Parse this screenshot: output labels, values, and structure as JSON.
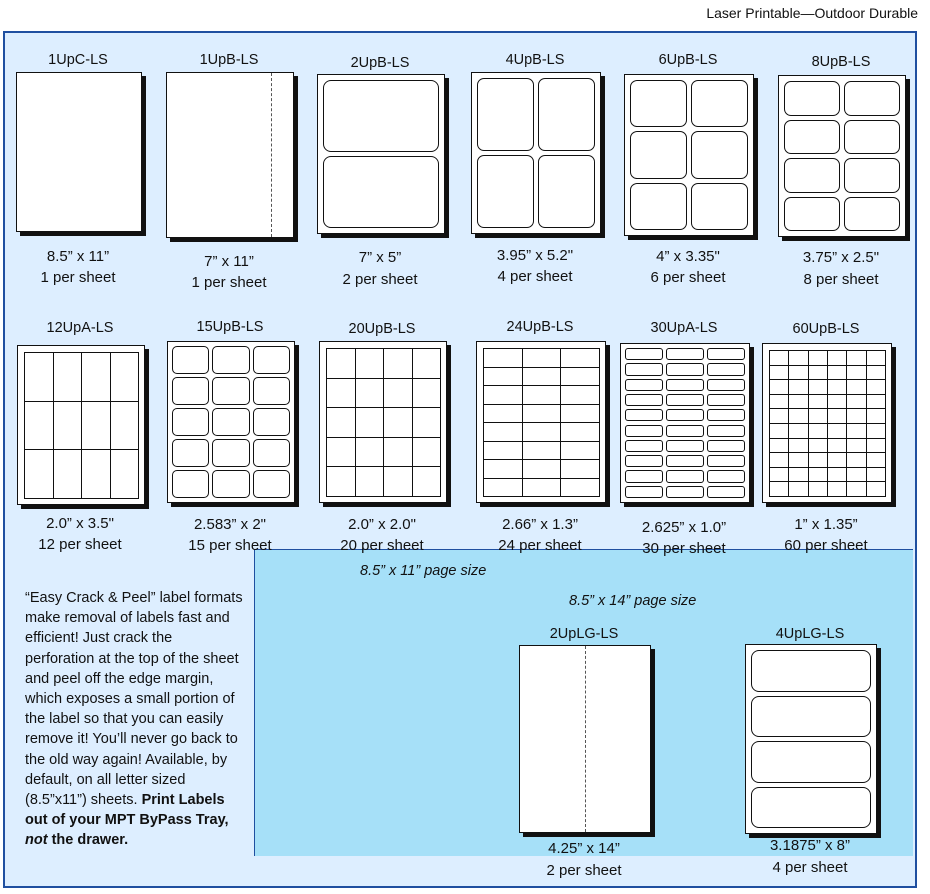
{
  "header": "Laser Printable—Outdoor Durable",
  "page_size_letter": "8.5” x 11” page size",
  "page_size_legal": "8.5” x 14” page size",
  "description": {
    "text": "“Easy Crack & Peel” label formats make removal of labels fast and efficient!  Just crack the perforation at the top of the sheet and peel off the edge margin, which exposes a small portion of the label so that you can easily remove it!  You’ll never go back to the old way again!  Available, by default, on all letter sized (8.5”x11”) sheets.",
    "bold_1": "Print Labels out of your MPT ByPass Tray, ",
    "bold_italic": "not",
    "bold_2": " the drawer."
  },
  "formats": [
    {
      "name": "1UpC-LS",
      "size": "8.5” x 11”",
      "count": "1 per sheet"
    },
    {
      "name": "1UpB-LS",
      "size": "7” x 11”",
      "count": "1 per sheet"
    },
    {
      "name": "2UpB-LS",
      "size": "7” x 5”",
      "count": "2 per sheet"
    },
    {
      "name": "4UpB-LS",
      "size": "3.95” x 5.2\"",
      "count": "4 per sheet"
    },
    {
      "name": "6UpB-LS",
      "size": "4” x 3.35\"",
      "count": "6 per sheet"
    },
    {
      "name": "8UpB-LS",
      "size": "3.75” x 2.5\"",
      "count": "8 per sheet"
    },
    {
      "name": "12UpA-LS",
      "size": "2.0” x 3.5\"",
      "count": "12 per sheet"
    },
    {
      "name": "15UpB-LS",
      "size": "2.583” x 2\"",
      "count": "15 per sheet"
    },
    {
      "name": "20UpB-LS",
      "size": "2.0” x 2.0\"",
      "count": "20 per sheet"
    },
    {
      "name": "24UpB-LS",
      "size": "2.66” x 1.3”",
      "count": "24 per sheet"
    },
    {
      "name": "30UpA-LS",
      "size": "2.625” x 1.0”",
      "count": "30 per sheet"
    },
    {
      "name": "60UpB-LS",
      "size": "1” x 1.35”",
      "count": "60 per sheet"
    },
    {
      "name": "2UpLG-LS",
      "size": "4.25” x 14”",
      "count": "2 per sheet"
    },
    {
      "name": "4UpLG-LS",
      "size": "3.1875” x 8”",
      "count": "4 per sheet"
    }
  ]
}
